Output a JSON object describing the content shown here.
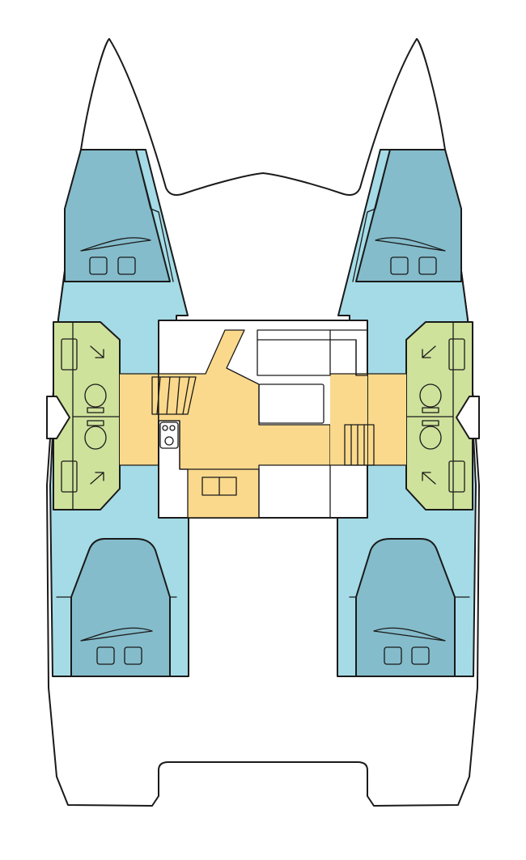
{
  "diagram": {
    "kind": "catamaran-deck-plan",
    "hulls": 2,
    "cabins": 4,
    "heads": 4,
    "berths_per_cabin": 1,
    "zones": [
      {
        "name": "hull-corridor",
        "color": "#a4dbe6"
      },
      {
        "name": "cabin",
        "color": "#84bccb"
      },
      {
        "name": "saloon",
        "color": "#fad98c"
      },
      {
        "name": "head",
        "color": "#cfe29c"
      },
      {
        "name": "deck",
        "color": "#ffffff"
      }
    ],
    "outline_color": "#1a1a1a"
  }
}
